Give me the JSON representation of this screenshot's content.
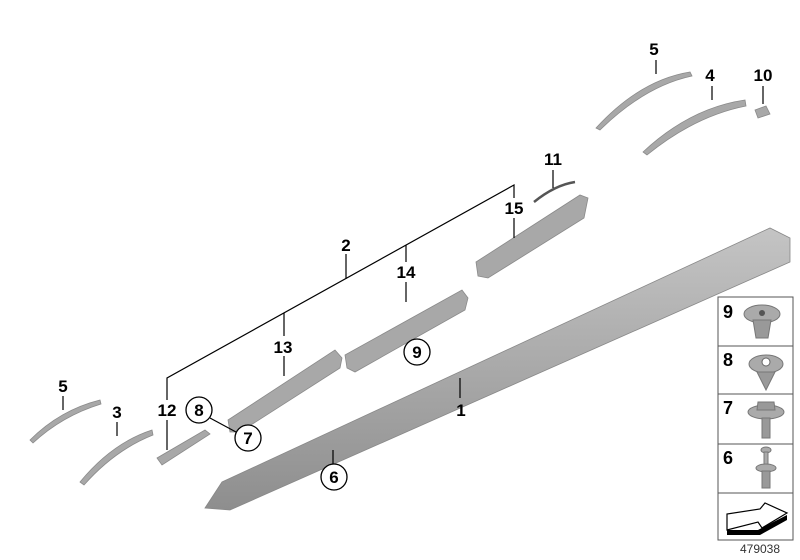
{
  "diagram": {
    "callouts": {
      "p1": "1",
      "p2": "2",
      "p3": "3",
      "p4": "4",
      "p5_top": "5",
      "p5_left": "5",
      "p10": "10",
      "p11": "11",
      "p12": "12",
      "p13": "13",
      "p14": "14",
      "p15": "15"
    },
    "circled_callouts": {
      "c6": "6",
      "c7": "7",
      "c8": "8",
      "c9": "9"
    },
    "fastener_panel": [
      {
        "label": "9",
        "icon": "push-rivet-icon"
      },
      {
        "label": "8",
        "icon": "expanding-nut-icon"
      },
      {
        "label": "7",
        "icon": "hex-bolt-washer-icon"
      },
      {
        "label": "6",
        "icon": "screw-rivet-icon"
      }
    ],
    "direction_icon": "arrow-direction-icon",
    "diagram_number": "479038"
  }
}
